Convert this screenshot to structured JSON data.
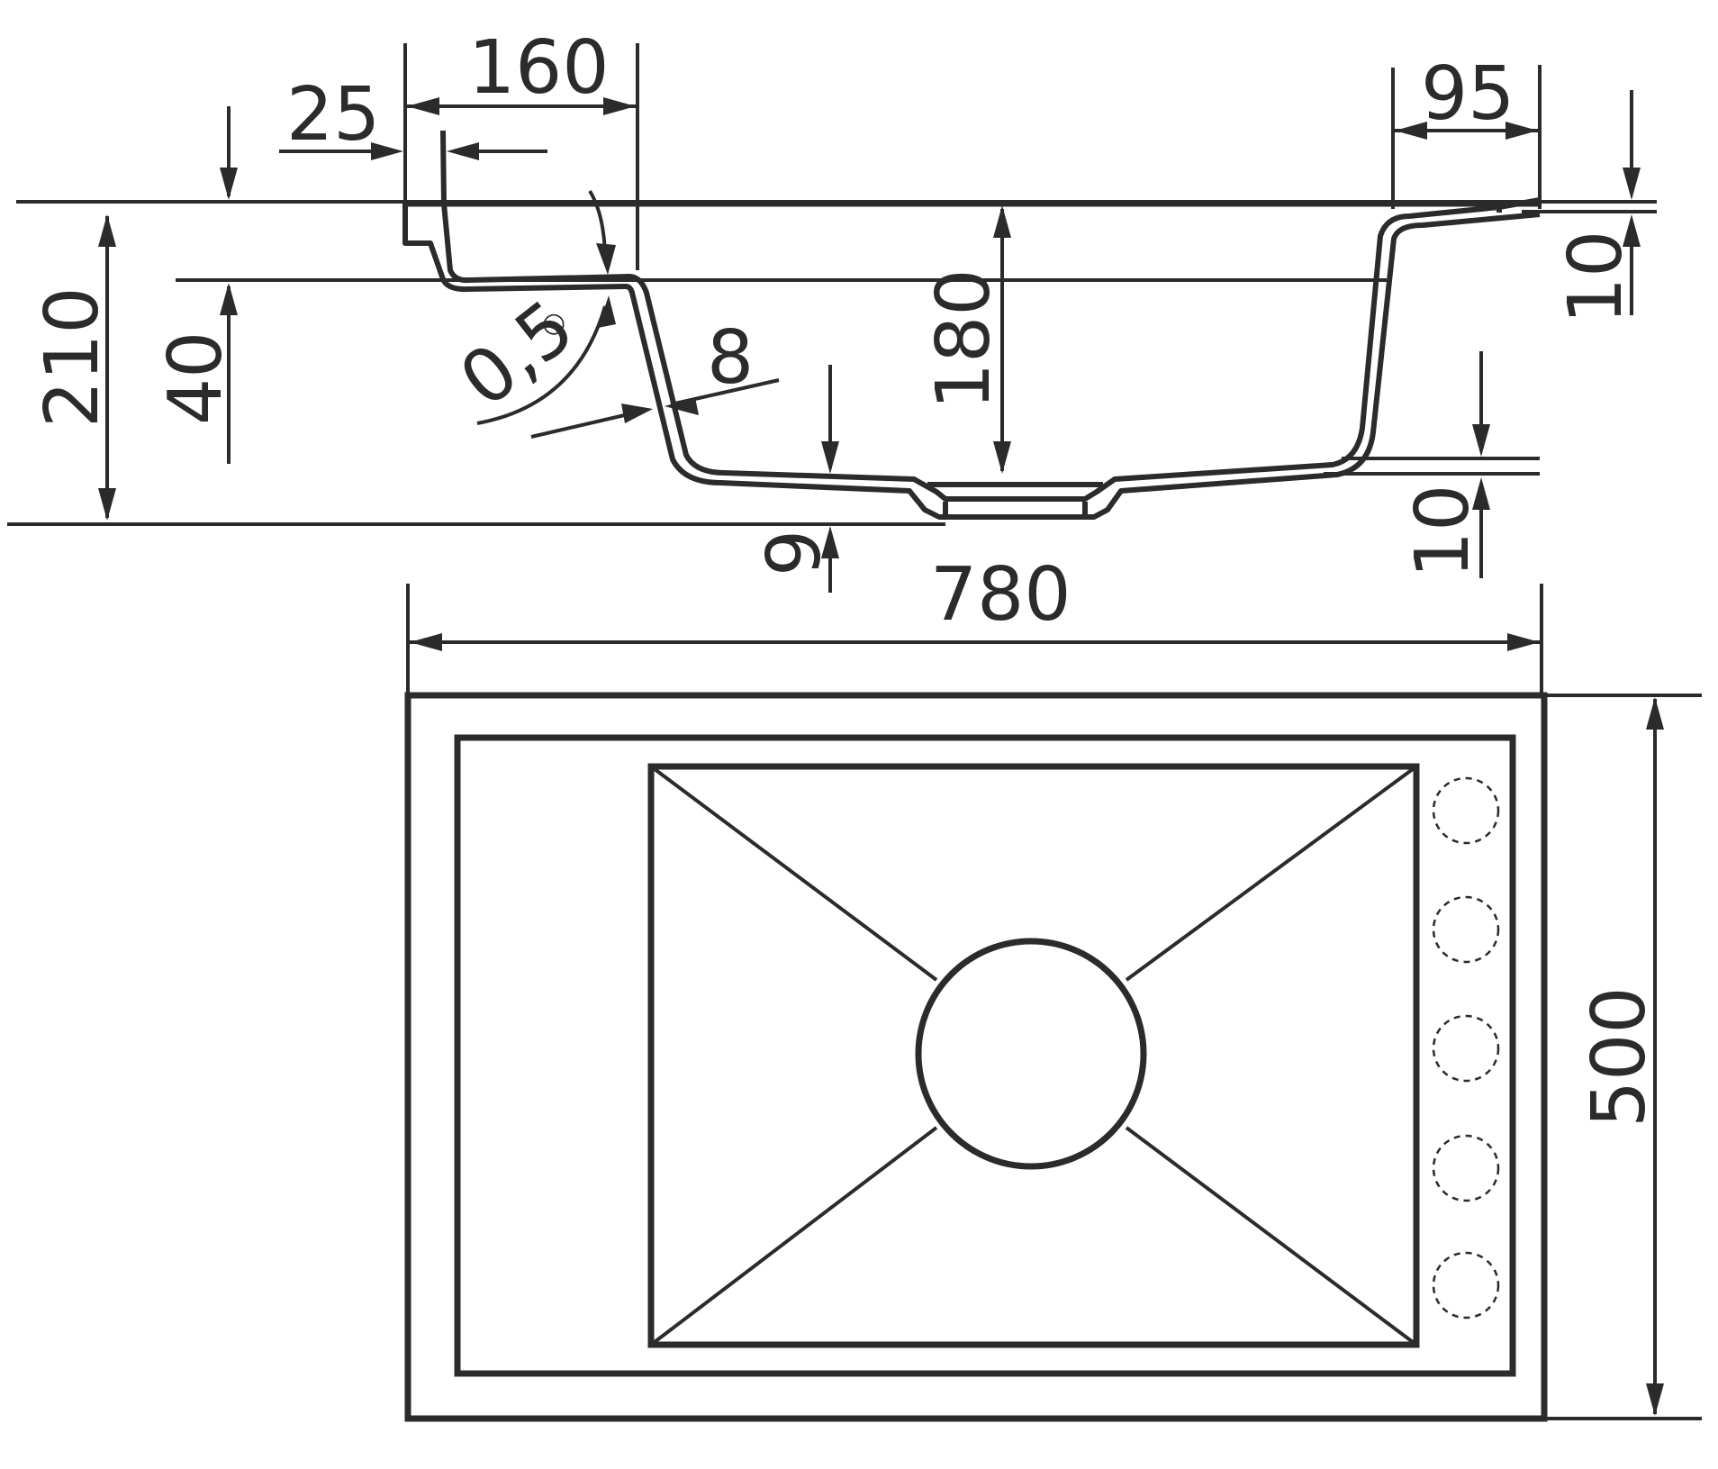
{
  "dimensions": {
    "d25": "25",
    "d160": "160",
    "d95": "95",
    "d10_top": "10",
    "d210": "210",
    "d40": "40",
    "d0_5": "0,5",
    "degree": "○",
    "d8": "8",
    "d180": "180",
    "d9": "9",
    "d10_bottom": "10",
    "d780": "780",
    "d500": "500"
  },
  "colors": {
    "line": "#2b2b2b",
    "background": "#ffffff"
  },
  "faucet_holes": 5
}
